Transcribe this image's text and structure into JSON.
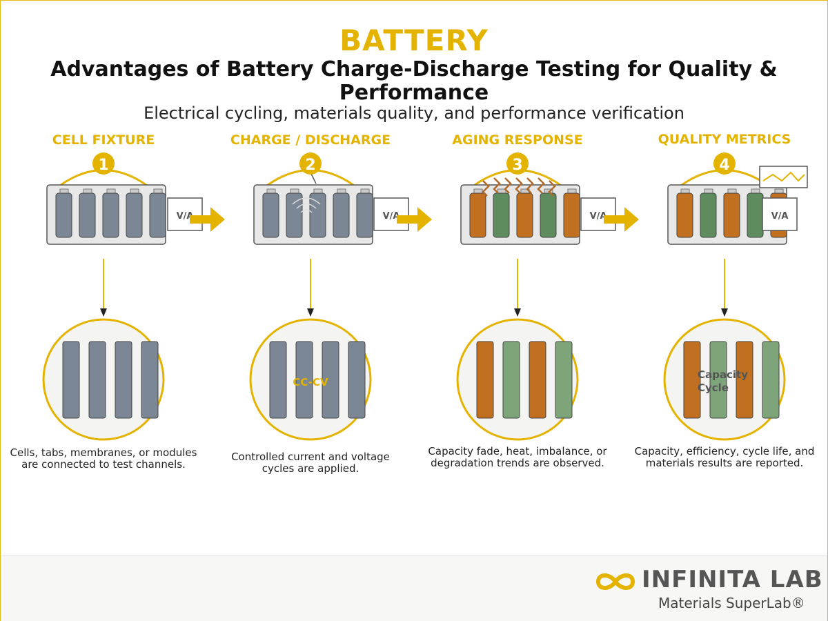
{
  "header": {
    "brand": "BATTERY",
    "title": "Advantages of Battery Charge-Discharge Testing for Quality & Performance",
    "subtitle": "Electrical cycling, materials quality, and performance verification"
  },
  "steps": [
    {
      "number": "1",
      "heading": "CELL FIXTURE",
      "meter_label": "V/A",
      "detail_label": "",
      "caption": "Cells, tabs, membranes, or modules are connected to test channels."
    },
    {
      "number": "2",
      "heading": "CHARGE / DISCHARGE",
      "meter_label": "V/A",
      "detail_label": "CC-CV",
      "caption": "Controlled current and voltage cycles are applied."
    },
    {
      "number": "3",
      "heading": "AGING RESPONSE",
      "meter_label": "V/A",
      "detail_label": "",
      "caption": "Capacity fade, heat, imbalance, or degradation trends are observed."
    },
    {
      "number": "4",
      "heading": "QUALITY METRICS",
      "meter_label": "V/A",
      "detail_label_1": "Capacity",
      "detail_label_2": "Cycle",
      "caption": "Capacity, efficiency, cycle life, and materials results are reported."
    }
  ],
  "footer": {
    "logo_word": "INFINITA LAB",
    "logo_tagline": "Materials SuperLab®"
  },
  "colors": {
    "accent": "#e3b300",
    "cell_gray": "#7b8794",
    "cell_orange": "#c07020",
    "cell_green": "#5e8c5e",
    "cell_green_light": "#7ea57a",
    "tray": "#e8e8e8"
  }
}
